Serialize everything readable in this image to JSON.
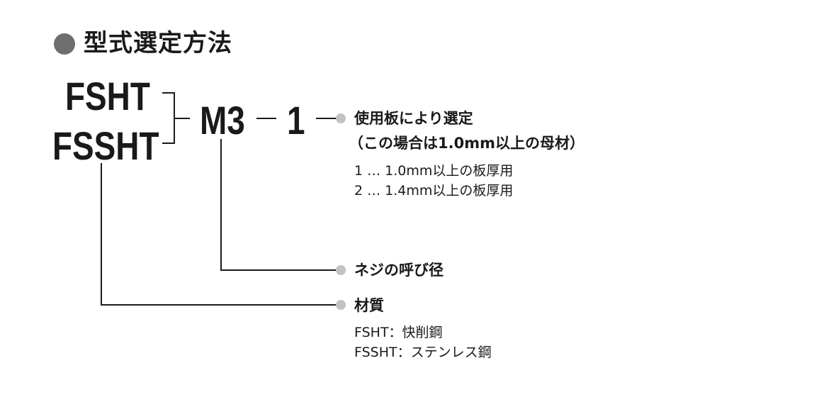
{
  "title": {
    "bullet_color": "#6e6e6e",
    "text": "型式選定方法"
  },
  "model_code": {
    "series_1": "FSHT",
    "series_2": "FSSHT",
    "thread": "M3",
    "plate_option": "1"
  },
  "callouts": {
    "dot_color": "#c2c2c2",
    "plate": {
      "heading": "使用板により選定",
      "note": "（この場合は1.0mm以上の母材）",
      "options": [
        "1 … 1.0mm以上の板厚用",
        "2 … 1.4mm以上の板厚用"
      ]
    },
    "thread": {
      "heading": "ネジの呼び径"
    },
    "material": {
      "heading": "材質",
      "options": [
        "FSHT：快削鋼",
        "FSSHT：ステンレス鋼"
      ]
    }
  }
}
